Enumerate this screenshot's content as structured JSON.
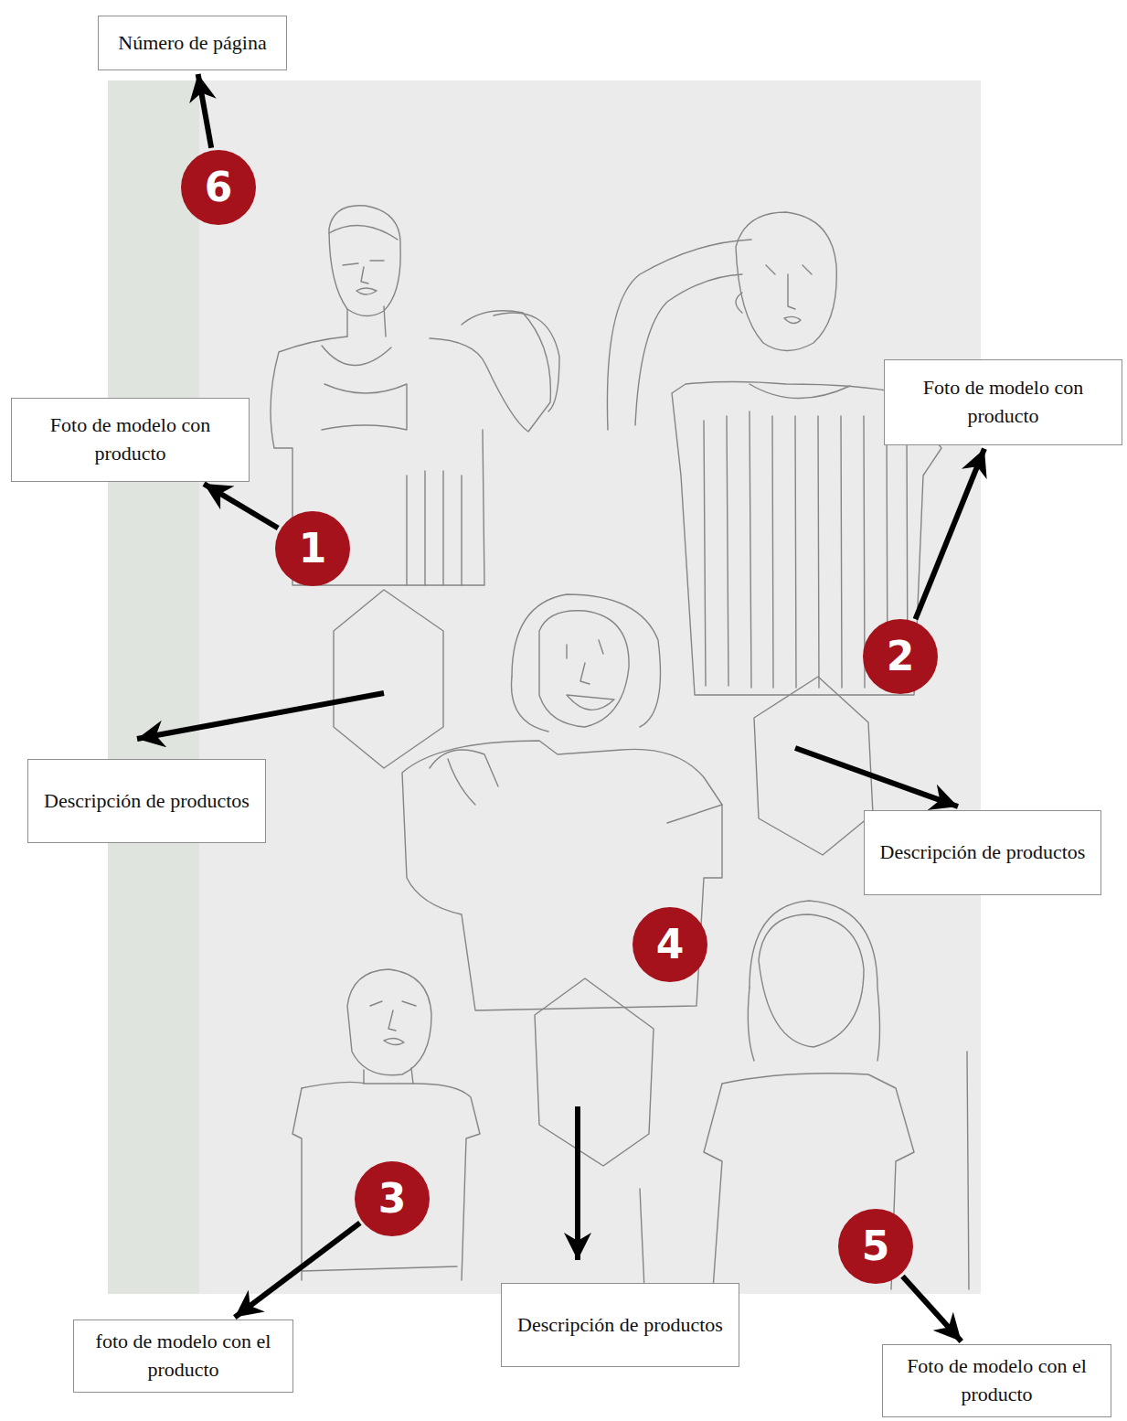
{
  "diagram": {
    "nodes": [
      {
        "text": [
          "Número de página"
        ]
      },
      {
        "text": [
          "6"
        ]
      },
      {
        "text": [
          "Foto de modelo con producto"
        ]
      },
      {
        "text": [
          "Foto de modelo con producto"
        ]
      },
      {
        "text": [
          "1"
        ]
      },
      {
        "text": [
          "2"
        ]
      },
      {
        "text": [
          "Descripción de productos"
        ]
      },
      {
        "text": [
          "Descripción de productos"
        ]
      },
      {
        "text": [
          "4"
        ]
      },
      {
        "text": [
          "3"
        ]
      },
      {
        "text": [
          "5"
        ]
      },
      {
        "text": [
          "foto de modelo con el producto"
        ]
      },
      {
        "text": [
          "Descripción de productos"
        ]
      },
      {
        "text": [
          "Foto de modelo con el producto"
        ]
      }
    ],
    "edges": [
      {
        "from": 1,
        "to": 0,
        "arrow": "to"
      },
      {
        "from": 4,
        "to": 2,
        "arrow": "to"
      },
      {
        "from": 5,
        "to": 3,
        "arrow": "to"
      },
      {
        "from": 9,
        "to": 11,
        "arrow": "to"
      },
      {
        "from": 10,
        "to": 13,
        "arrow": "to"
      }
    ]
  }
}
